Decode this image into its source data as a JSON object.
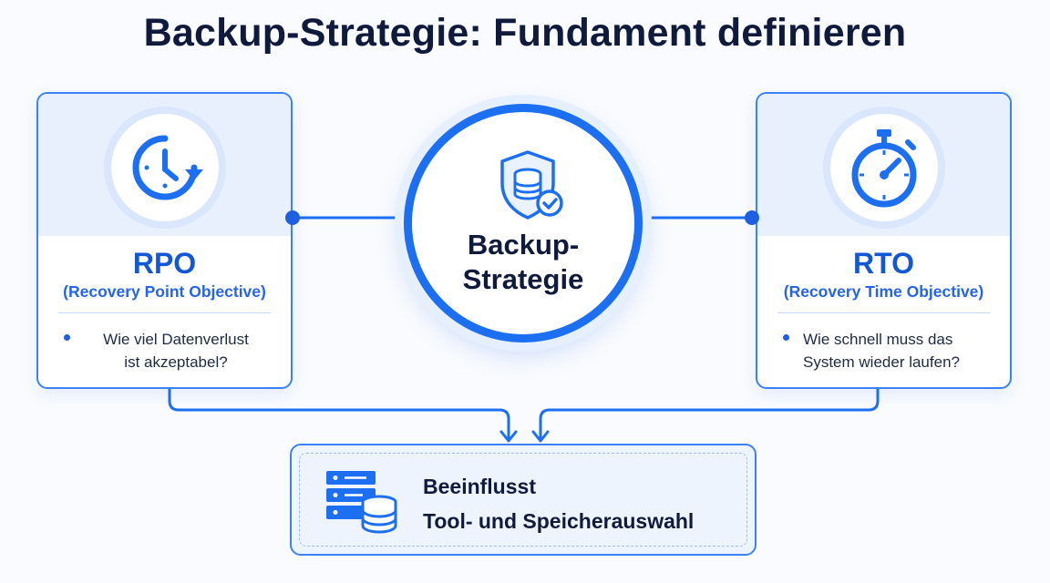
{
  "title": "Backup-Strategie: Fundament definieren",
  "center": {
    "line1": "Backup-",
    "line2": "Strategie",
    "icon": "shield-database-check-icon"
  },
  "left_card": {
    "heading": "RPO",
    "subheading": "(Recovery Point Objective)",
    "bullet_line1": "Wie viel Datenverlust",
    "bullet_line2": "ist akzeptabel?",
    "icon": "clock-rewind-icon"
  },
  "right_card": {
    "heading": "RTO",
    "subheading": "(Recovery Time Objective)",
    "bullet_line1": "Wie schnell muss das",
    "bullet_line2": "System wieder laufen?",
    "icon": "stopwatch-icon"
  },
  "bottom": {
    "line1": "Beeinflusst",
    "line2": "Tool- und Speicherauswahl",
    "icon": "server-database-icon"
  },
  "colors": {
    "accent": "#1d6ff2",
    "dark_text": "#101a3d",
    "light_band": "#e8f0fd"
  }
}
